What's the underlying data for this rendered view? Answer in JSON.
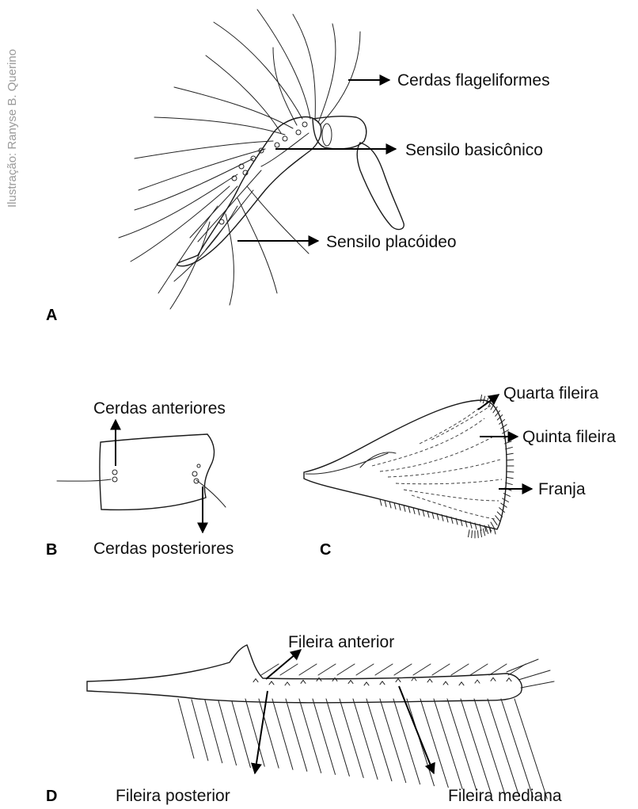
{
  "credit": "Ilustração: Ranyse B. Querino",
  "panels": {
    "a": {
      "letter": "A",
      "labels": {
        "flagelliform": "Cerdas flageliformes",
        "basiconic": "Sensilo basicônico",
        "placoid": "Sensilo placóideo"
      }
    },
    "b": {
      "letter": "B",
      "labels": {
        "anterior": "Cerdas anteriores",
        "posterior": "Cerdas posteriores"
      }
    },
    "c": {
      "letter": "C",
      "labels": {
        "fourth": "Quarta fileira",
        "fifth": "Quinta fileira",
        "fringe": "Franja"
      }
    },
    "d": {
      "letter": "D",
      "labels": {
        "anterior_row": "Fileira anterior",
        "posterior_row": "Fileira posterior",
        "median_row": "Fileira mediana"
      }
    }
  }
}
